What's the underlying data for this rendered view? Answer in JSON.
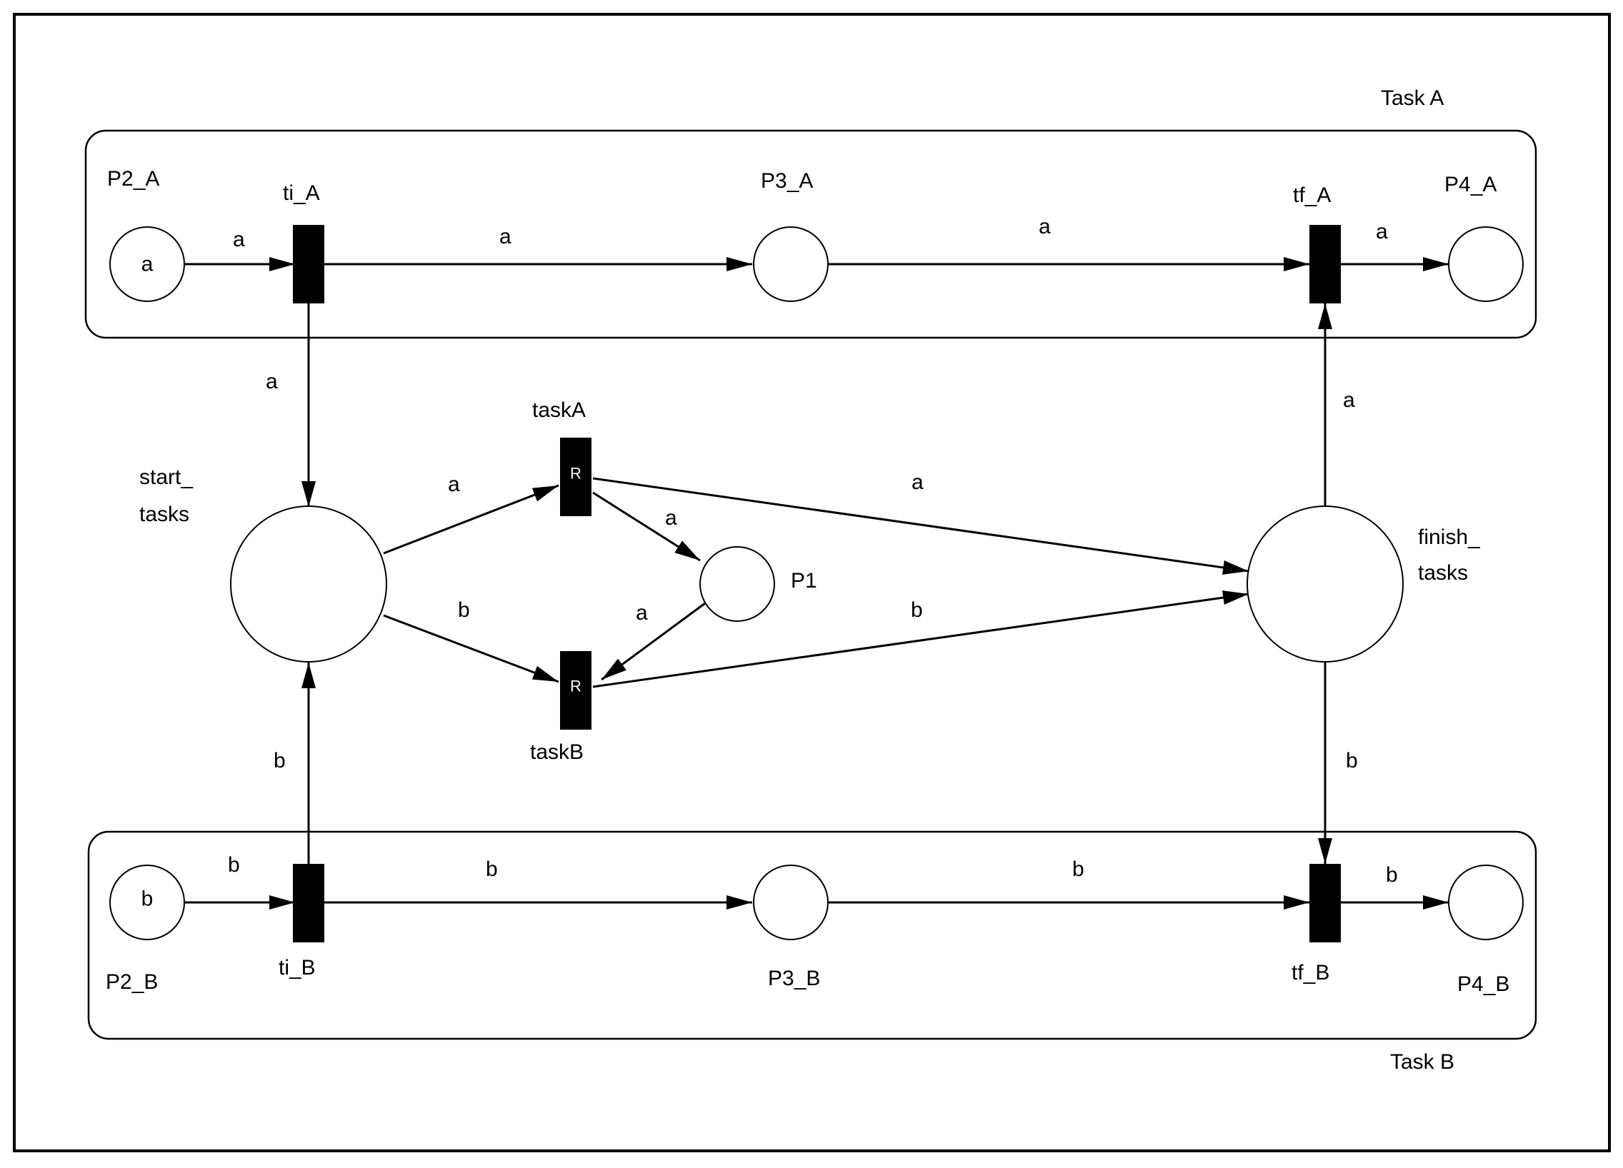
{
  "groups": {
    "task_a": "Task A",
    "task_b": "Task B"
  },
  "places": {
    "p2_a": {
      "label": "P2_A",
      "token": "a"
    },
    "p3_a": {
      "label": "P3_A",
      "token": ""
    },
    "p4_a": {
      "label": "P4_A",
      "token": ""
    },
    "p2_b": {
      "label": "P2_B",
      "token": "b"
    },
    "p3_b": {
      "label": "P3_B",
      "token": ""
    },
    "p4_b": {
      "label": "P4_B",
      "token": ""
    },
    "start_tasks": {
      "label_line1": "start_",
      "label_line2": "tasks"
    },
    "finish_tasks": {
      "label_line1": "finish_",
      "label_line2": "tasks"
    },
    "p1": {
      "label": "P1"
    }
  },
  "transitions": {
    "ti_a": {
      "label": "ti_A"
    },
    "tf_a": {
      "label": "tf_A"
    },
    "ti_b": {
      "label": "ti_B"
    },
    "tf_b": {
      "label": "tf_B"
    },
    "task_a": {
      "label": "taskA",
      "mark": "R"
    },
    "task_b": {
      "label": "taskB",
      "mark": "R"
    }
  },
  "arcs": {
    "p2a_tia": "a",
    "tia_p3a": "a",
    "p3a_tfa": "a",
    "tfa_p4a": "a",
    "tia_start": "a",
    "finish_tfa": "a",
    "start_taska": "a",
    "taska_p1": "a",
    "taska_finish": "a",
    "p1_taskb": "a",
    "start_taskb": "b",
    "taskb_finish": "b",
    "tib_start": "b",
    "finish_tfb": "b",
    "p2b_tib": "b",
    "tib_p3b": "b",
    "p3b_tfb": "b",
    "tfb_p4b": "b"
  }
}
